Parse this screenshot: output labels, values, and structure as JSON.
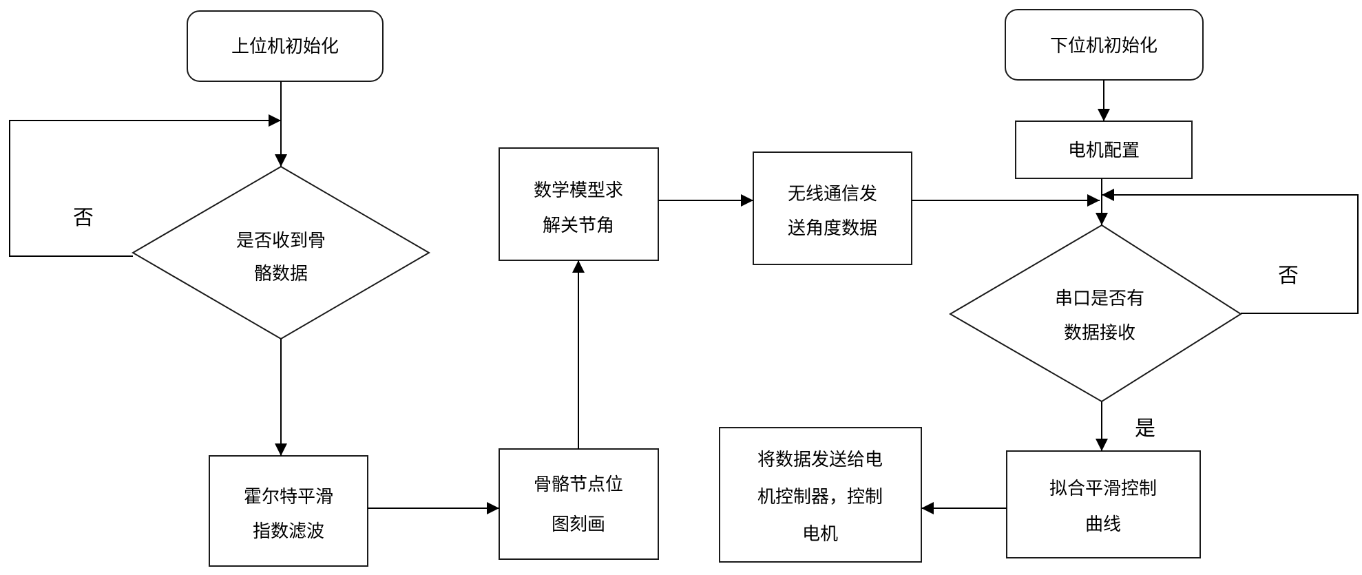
{
  "nodes": {
    "host_init": "上位机初始化",
    "check_skeleton_line1": "是否收到骨",
    "check_skeleton_line2": "骼数据",
    "holt_smooth_line1": "霍尔特平滑",
    "holt_smooth_line2": "指数滤波",
    "skeleton_draw_line1": "骨骼节点位",
    "skeleton_draw_line2": "图刻画",
    "math_model_line1": "数学模型求",
    "math_model_line2": "解关节角",
    "wireless_send_line1": "无线通信发",
    "wireless_send_line2": "送角度数据",
    "slave_init": "下位机初始化",
    "motor_config": "电机配置",
    "serial_check_line1": "串口是否有",
    "serial_check_line2": "数据接收",
    "fit_curve_line1": "拟合平滑控制",
    "fit_curve_line2": "曲线",
    "send_controller_line1": "将数据发送给电",
    "send_controller_line2": "机控制器，控制",
    "send_controller_line3": "电机"
  },
  "labels": {
    "no_left": "否",
    "no_right": "否",
    "yes": "是"
  }
}
